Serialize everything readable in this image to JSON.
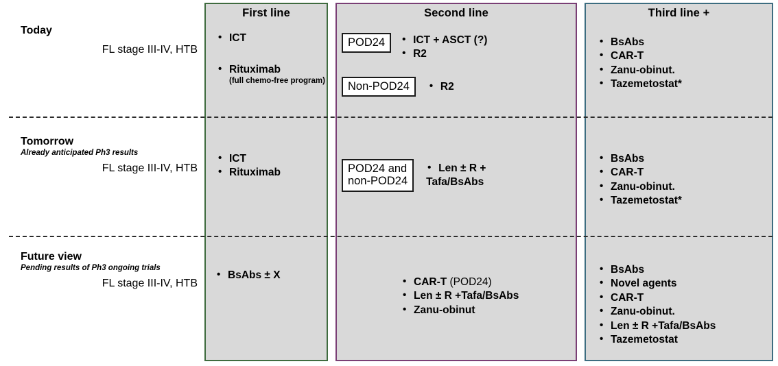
{
  "columns": [
    {
      "id": "first-line",
      "header": "First line",
      "border_color": "#3f6b3f"
    },
    {
      "id": "second-line",
      "header": "Second line",
      "border_color": "#7a3f75"
    },
    {
      "id": "third-line",
      "header": "Third line +",
      "border_color": "#3d6d80"
    }
  ],
  "rows": {
    "today": {
      "title": "Today",
      "subtitle": "",
      "stage": "FL stage III-IV, HTB",
      "first_line": [
        {
          "text": "ICT",
          "note": ""
        },
        {
          "text": "Rituximab",
          "note": "(full chemo-free program)"
        }
      ],
      "second_line": [
        {
          "tag": "POD24",
          "items": [
            {
              "bold": "ICT + ASCT (?)",
              "plain": ""
            },
            {
              "bold": "R2",
              "plain": ""
            }
          ]
        },
        {
          "tag": "Non-POD24",
          "items": [
            {
              "bold": "R2",
              "plain": ""
            }
          ]
        }
      ],
      "third_line": [
        "BsAbs",
        "CAR-T",
        "Zanu-obinut.",
        "Tazemetostat*"
      ]
    },
    "tomorrow": {
      "title": "Tomorrow",
      "subtitle": "Already anticipated Ph3 results",
      "stage": "FL stage III-IV, HTB",
      "first_line": [
        {
          "text": "ICT",
          "note": ""
        },
        {
          "text": "Rituximab",
          "note": ""
        }
      ],
      "second_line": [
        {
          "tag": "POD24 and\nnon-POD24",
          "items": [
            {
              "bold": "Len ± R +",
              "plain": "",
              "wrap": "Tafa/BsAbs"
            }
          ]
        }
      ],
      "third_line": [
        "BsAbs",
        "CAR-T",
        "Zanu-obinut.",
        "Tazemetostat*"
      ]
    },
    "future": {
      "title": "Future view",
      "subtitle": "Pending results of Ph3 ongoing trials",
      "stage": "FL stage III-IV, HTB",
      "first_line": [
        {
          "text": "BsAbs ± X",
          "note": ""
        }
      ],
      "second_line_plain": [
        {
          "bold": "CAR-T",
          "plain": " (POD24)"
        },
        {
          "bold": "Len ± R +Tafa/BsAbs",
          "plain": ""
        },
        {
          "bold": "Zanu-obinut",
          "plain": ""
        }
      ],
      "third_line": [
        "BsAbs",
        "Novel agents",
        "CAR-T",
        "Zanu-obinut.",
        "Len ± R +Tafa/BsAbs",
        "Tazemetostat"
      ]
    }
  }
}
